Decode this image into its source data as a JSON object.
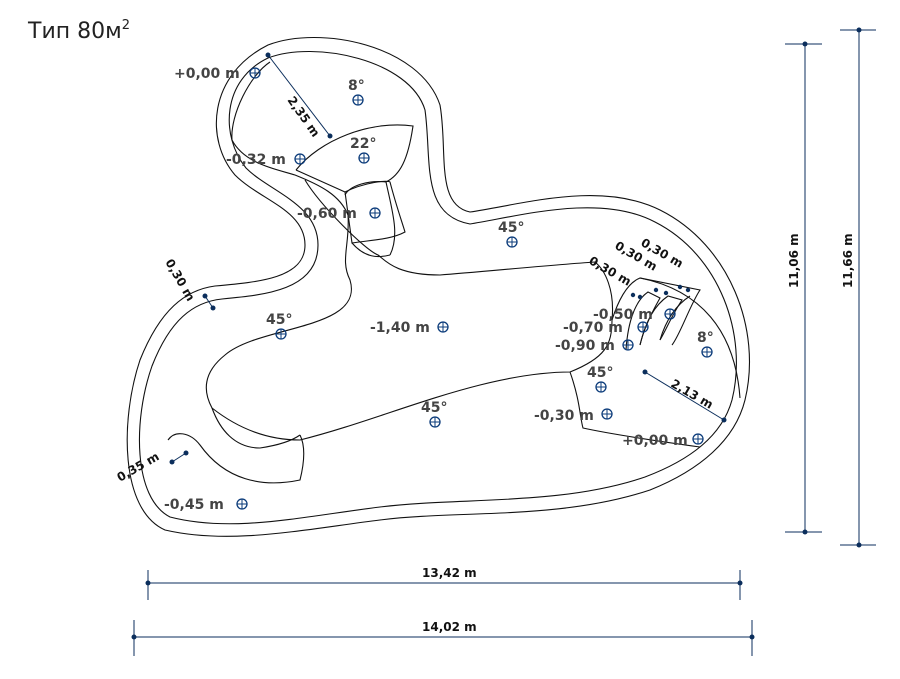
{
  "title": {
    "main": "Тип 80м",
    "sup": "2"
  },
  "depth_marks": {
    "top_left_surface": "+0,00 m",
    "top_shelf": "-0,32 m",
    "top_deep": "-0,60 m",
    "center": "-1,40 m",
    "left_bottom": "-0,45 m",
    "right_bottom": "-0,30 m",
    "right_surface": "+0,00 m",
    "steps_1": "-0,50 m",
    "steps_2": "-0,70 m",
    "steps_3": "-0,90 m"
  },
  "slope_marks": {
    "top_8": "8°",
    "top_22": "22°",
    "right_top_45": "45°",
    "left_45": "45°",
    "bottom_45": "45°",
    "right_45": "45°",
    "right_8": "8°"
  },
  "segment_dims": {
    "top_radius": "2,35 m",
    "left_ledge": "0,30 m",
    "bottom_ledge": "0,35 m",
    "right_radius": "2,13 m",
    "step_a": "0,30 m",
    "step_b": "0,30 m",
    "step_c": "0,30 m"
  },
  "overall_dims": {
    "inner_width": "13,42 m",
    "outer_width": "14,02 m",
    "inner_height": "11,06 m",
    "outer_height": "11,66 m"
  }
}
